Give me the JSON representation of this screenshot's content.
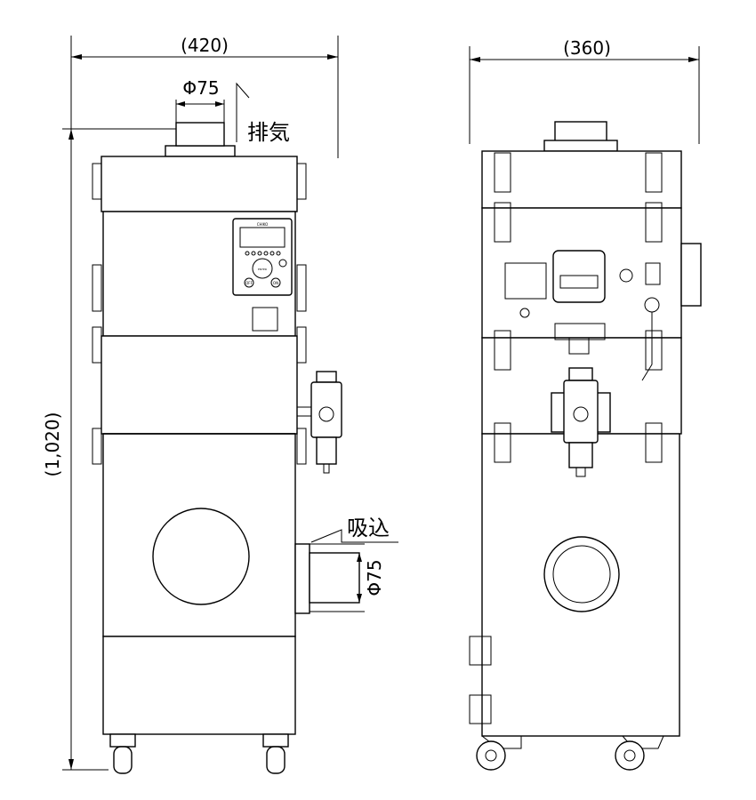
{
  "drawing": {
    "front_view": {
      "width_dimension": "(420)",
      "height_dimension": "(1,020)",
      "exhaust_diameter": "Φ75",
      "exhaust_label": "排気",
      "intake_label": "吸込",
      "intake_diameter": "Φ75",
      "controller_brand": "CHIKO",
      "controller_buttons": {
        "off": "OFF",
        "on": "ON",
        "enter": "ENTER"
      }
    },
    "side_view": {
      "width_dimension": "(360)"
    }
  }
}
